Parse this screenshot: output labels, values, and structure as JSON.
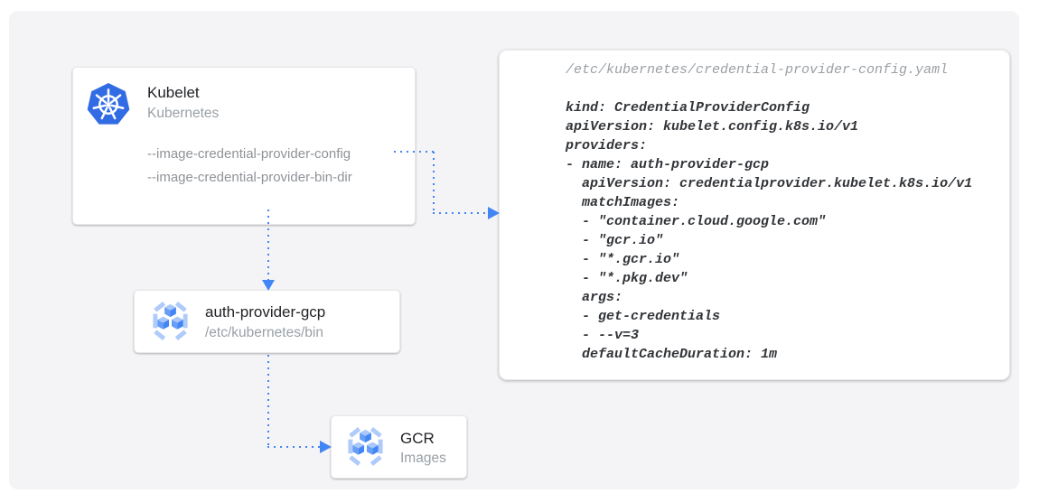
{
  "colors": {
    "canvas_background": "#F4F4F6",
    "accent_blue": "#4285F4",
    "kubernetes_blue": "#326CE5",
    "bracket_light_blue": "#AECBFA",
    "cube_top_blue": "#A8C7FA",
    "cube_left_blue": "#669DF6",
    "cube_right_blue": "#4285F4"
  },
  "kubelet_card": {
    "title": "Kubelet",
    "subtitle": "Kubernetes",
    "flags": [
      "--image-credential-provider-config",
      "--image-credential-provider-bin-dir"
    ]
  },
  "provider_card": {
    "title": "auth-provider-gcp",
    "subtitle": "/etc/kubernetes/bin"
  },
  "gcr_card": {
    "title": "GCR",
    "subtitle": "Images"
  },
  "config_panel": {
    "filename": "/etc/kubernetes/credential-provider-config.yaml",
    "code_lines": [
      "kind: CredentialProviderConfig",
      "apiVersion: kubelet.config.k8s.io/v1",
      "providers:",
      "- name: auth-provider-gcp",
      "  apiVersion: credentialprovider.kubelet.k8s.io/v1",
      "  matchImages:",
      "  - \"container.cloud.google.com\"",
      "  - \"gcr.io\"",
      "  - \"*.gcr.io\"",
      "  - \"*.pkg.dev\"",
      "  args:",
      "  - get-credentials",
      "  - --v=3",
      "  defaultCacheDuration: 1m"
    ]
  }
}
